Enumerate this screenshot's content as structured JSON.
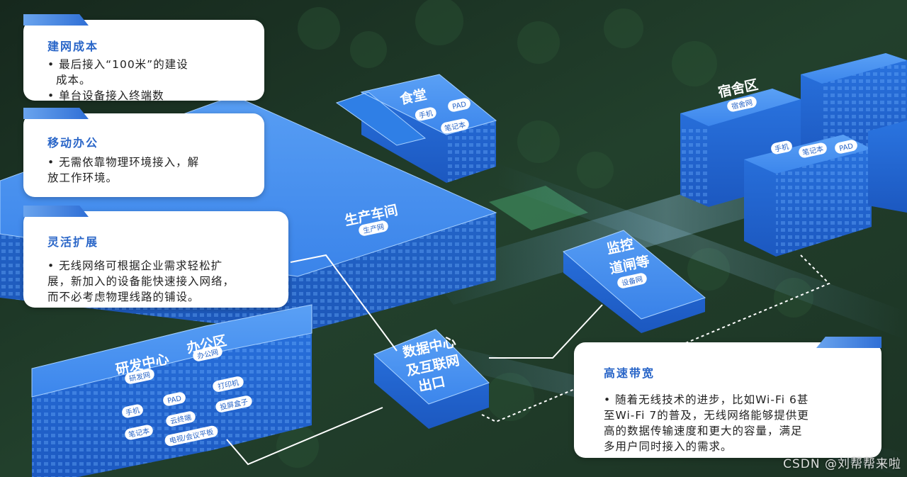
{
  "cards": {
    "cost": {
      "title": "建网成本",
      "items": [
        "• 最后接入“100米”的建设",
        "成本。",
        "• 单台设备接入终端数"
      ]
    },
    "mobile": {
      "title": "移动办公",
      "items": [
        "• 无需依靠物理环境接入，解",
        "放工作环境。"
      ]
    },
    "expand": {
      "title": "灵活扩展",
      "items": [
        "• 无线网络可根据企业需求轻松扩",
        "展，新加入的设备能快速接入网络，",
        "而不必考虑物理线路的铺设。"
      ]
    },
    "bandwidth": {
      "title": "高速带宽",
      "items": [
        "• 随着无线技术的进步，比如Wi-Fi 6甚",
        "至Wi-Fi 7的普及，无线网络能够提供更",
        "高的数据传输速度和更大的容量，满足",
        "多用户同时接入的需求。"
      ]
    }
  },
  "areas": {
    "canteen": {
      "label": "食堂",
      "tags": [
        "手机",
        "PAD",
        "笔记本"
      ]
    },
    "dorm": {
      "label": "宿舍区",
      "net": "宿舍网",
      "tags": [
        "手机",
        "笔记本",
        "PAD"
      ]
    },
    "workshop": {
      "label": "生产车间",
      "net": "生产网"
    },
    "monitor": {
      "label_line1": "监控",
      "label_line2": "道闸等",
      "net": "设备网"
    },
    "rnd": {
      "label": "研发中心",
      "net": "研发网"
    },
    "office": {
      "label": "办公区",
      "net": "办公网",
      "tags": [
        "PAD",
        "打印机",
        "手机",
        "云终端",
        "投屏盒子",
        "笔记本",
        "电视/会议平板"
      ]
    },
    "datacenter": {
      "line1": "数据中心",
      "line2": "及互联网",
      "line3": "出口"
    }
  },
  "watermark": "CSDN @刘帮帮来啦",
  "colors": {
    "building": "#2f7fe6",
    "accent": "#2a66c8",
    "vegetation": "#23402c"
  }
}
